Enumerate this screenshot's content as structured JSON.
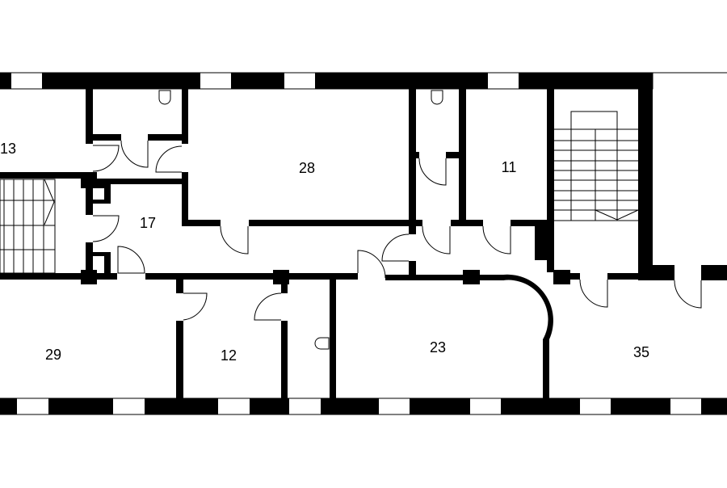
{
  "plan": {
    "rooms": [
      {
        "id": "13",
        "label": "13"
      },
      {
        "id": "28",
        "label": "28"
      },
      {
        "id": "17",
        "label": "17"
      },
      {
        "id": "11",
        "label": "11"
      },
      {
        "id": "29",
        "label": "29"
      },
      {
        "id": "12",
        "label": "12"
      },
      {
        "id": "23",
        "label": "23"
      },
      {
        "id": "35",
        "label": "35"
      }
    ],
    "colors": {
      "wall": "#000000",
      "background": "#ffffff"
    }
  }
}
